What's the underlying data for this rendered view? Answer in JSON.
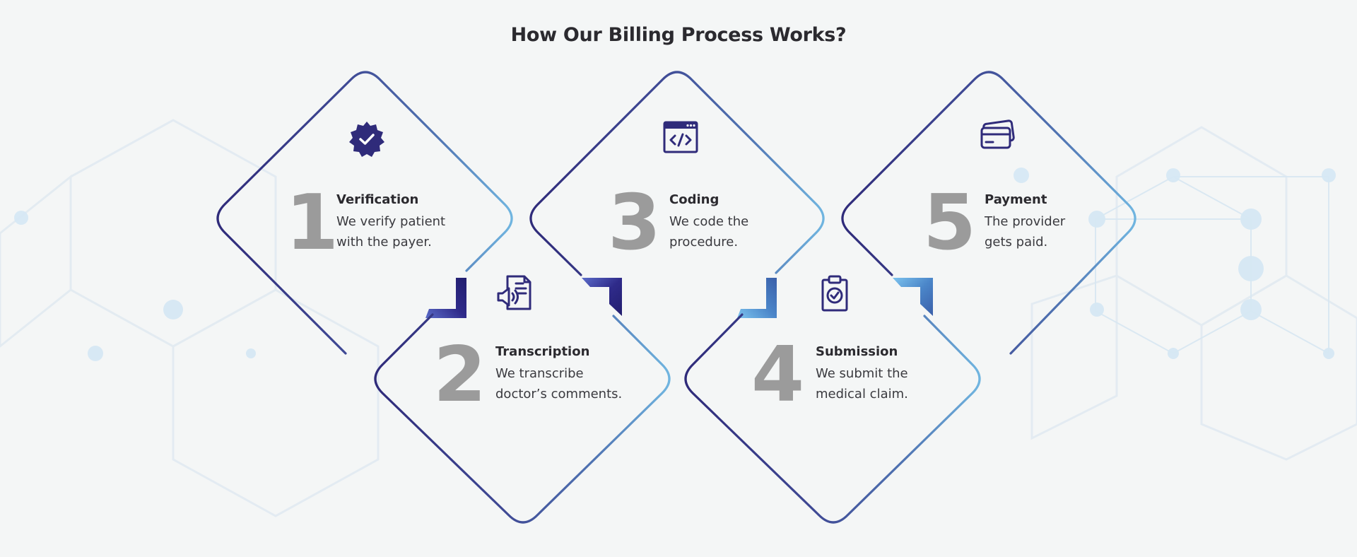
{
  "title": "How Our Billing Process Works?",
  "colors": {
    "background": "#f4f6f6",
    "dark_navy": "#2f2b7a",
    "mid_blue": "#4f71b0",
    "light_blue": "#6fb3de",
    "number_gray": "#9b9b9b",
    "text": "#2b2a2f"
  },
  "steps": [
    {
      "number": "1",
      "title": "Verification",
      "desc_line1": "We verify patient",
      "desc_line2": "with the payer.",
      "icon": "verified-badge-icon"
    },
    {
      "number": "2",
      "title": "Transcription",
      "desc_line1": "We transcribe",
      "desc_line2": "doctor’s comments.",
      "icon": "audio-document-icon"
    },
    {
      "number": "3",
      "title": "Coding",
      "desc_line1": "We code the",
      "desc_line2": "procedure.",
      "icon": "code-window-icon"
    },
    {
      "number": "4",
      "title": "Submission",
      "desc_line1": "We submit the",
      "desc_line2": "medical claim.",
      "icon": "clipboard-check-icon"
    },
    {
      "number": "5",
      "title": "Payment",
      "desc_line1": "The provider",
      "desc_line2": "gets paid.",
      "icon": "credit-cards-icon"
    }
  ]
}
